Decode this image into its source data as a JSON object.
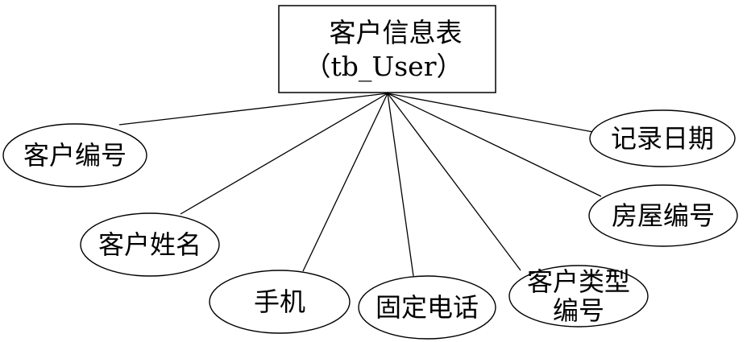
{
  "diagram": {
    "type": "er-diagram",
    "entity": {
      "name": "客户信息表",
      "table": "（tb_User）"
    },
    "attributes": [
      {
        "id": "customer-id",
        "lines": [
          "客户编号"
        ]
      },
      {
        "id": "customer-name",
        "lines": [
          "客户姓名"
        ]
      },
      {
        "id": "mobile",
        "lines": [
          "手机"
        ]
      },
      {
        "id": "landline",
        "lines": [
          "固定电话"
        ]
      },
      {
        "id": "customer-type-id",
        "lines": [
          "客户类型",
          "编号"
        ]
      },
      {
        "id": "house-id",
        "lines": [
          "房屋编号"
        ]
      },
      {
        "id": "record-date",
        "lines": [
          "记录日期"
        ]
      }
    ],
    "colors": {
      "stroke": "#000000",
      "background": "#ffffff"
    }
  }
}
